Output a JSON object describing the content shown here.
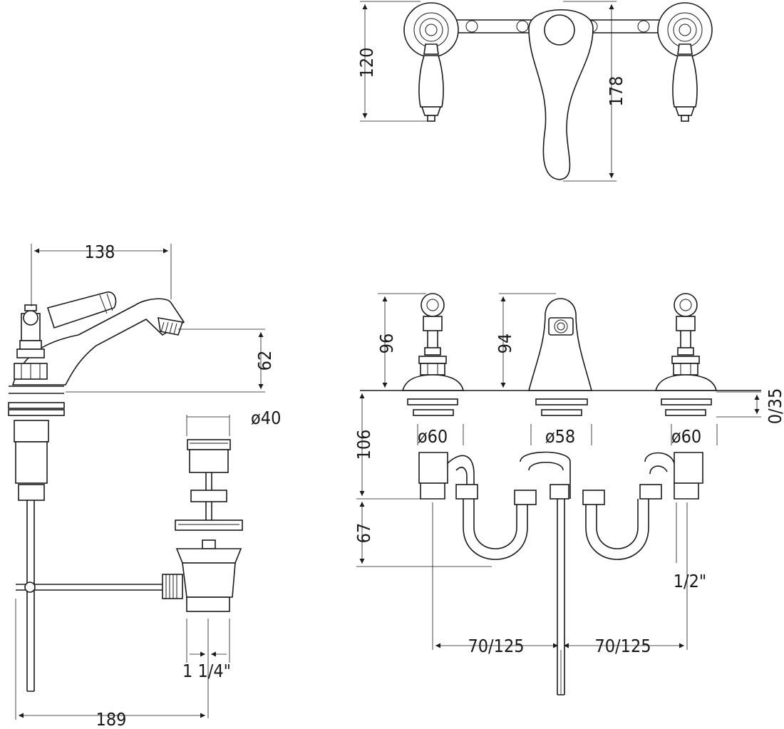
{
  "dimensions": {
    "top_view_lever_height": "120",
    "top_view_spout_height": "178",
    "side_reach": "138",
    "side_height": "62",
    "waste_diameter": "ø40",
    "waste_thread": "1 1/4\"",
    "side_depth": "189",
    "front_handle_height": "96",
    "front_spout_height": "94",
    "deck_thickness": "0/35",
    "handle_base_diameter_left": "ø60",
    "spout_base_diameter": "ø58",
    "handle_base_diameter_right": "ø60",
    "shank_length": "106",
    "connection_length": "67",
    "inlet_thread": "1/2\"",
    "centre_distance_left": "70/125",
    "centre_distance_right": "70/125"
  }
}
